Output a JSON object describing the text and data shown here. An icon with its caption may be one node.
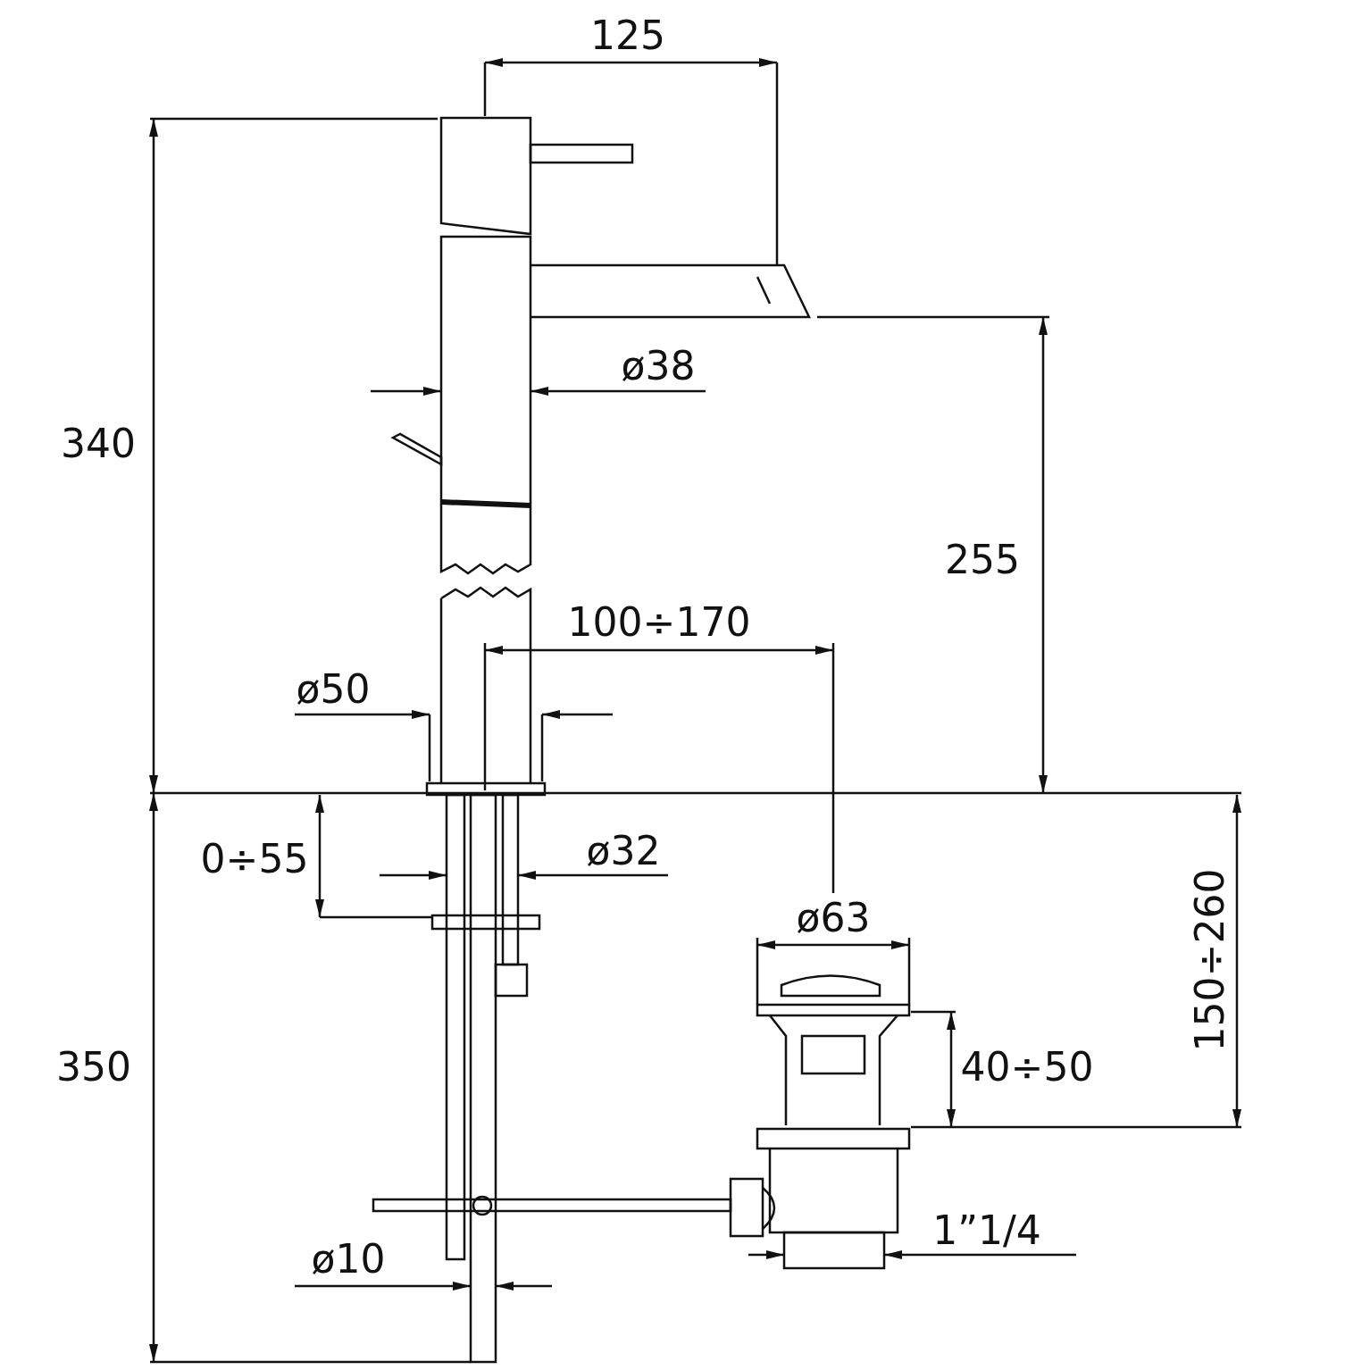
{
  "diagram": {
    "labels": [
      "125",
      "ø38",
      "340",
      "255",
      "100÷170",
      "ø50",
      "ø32",
      "0÷55",
      "150÷260",
      "ø63",
      "40÷50",
      "350",
      "1”1/4",
      "ø10"
    ]
  }
}
